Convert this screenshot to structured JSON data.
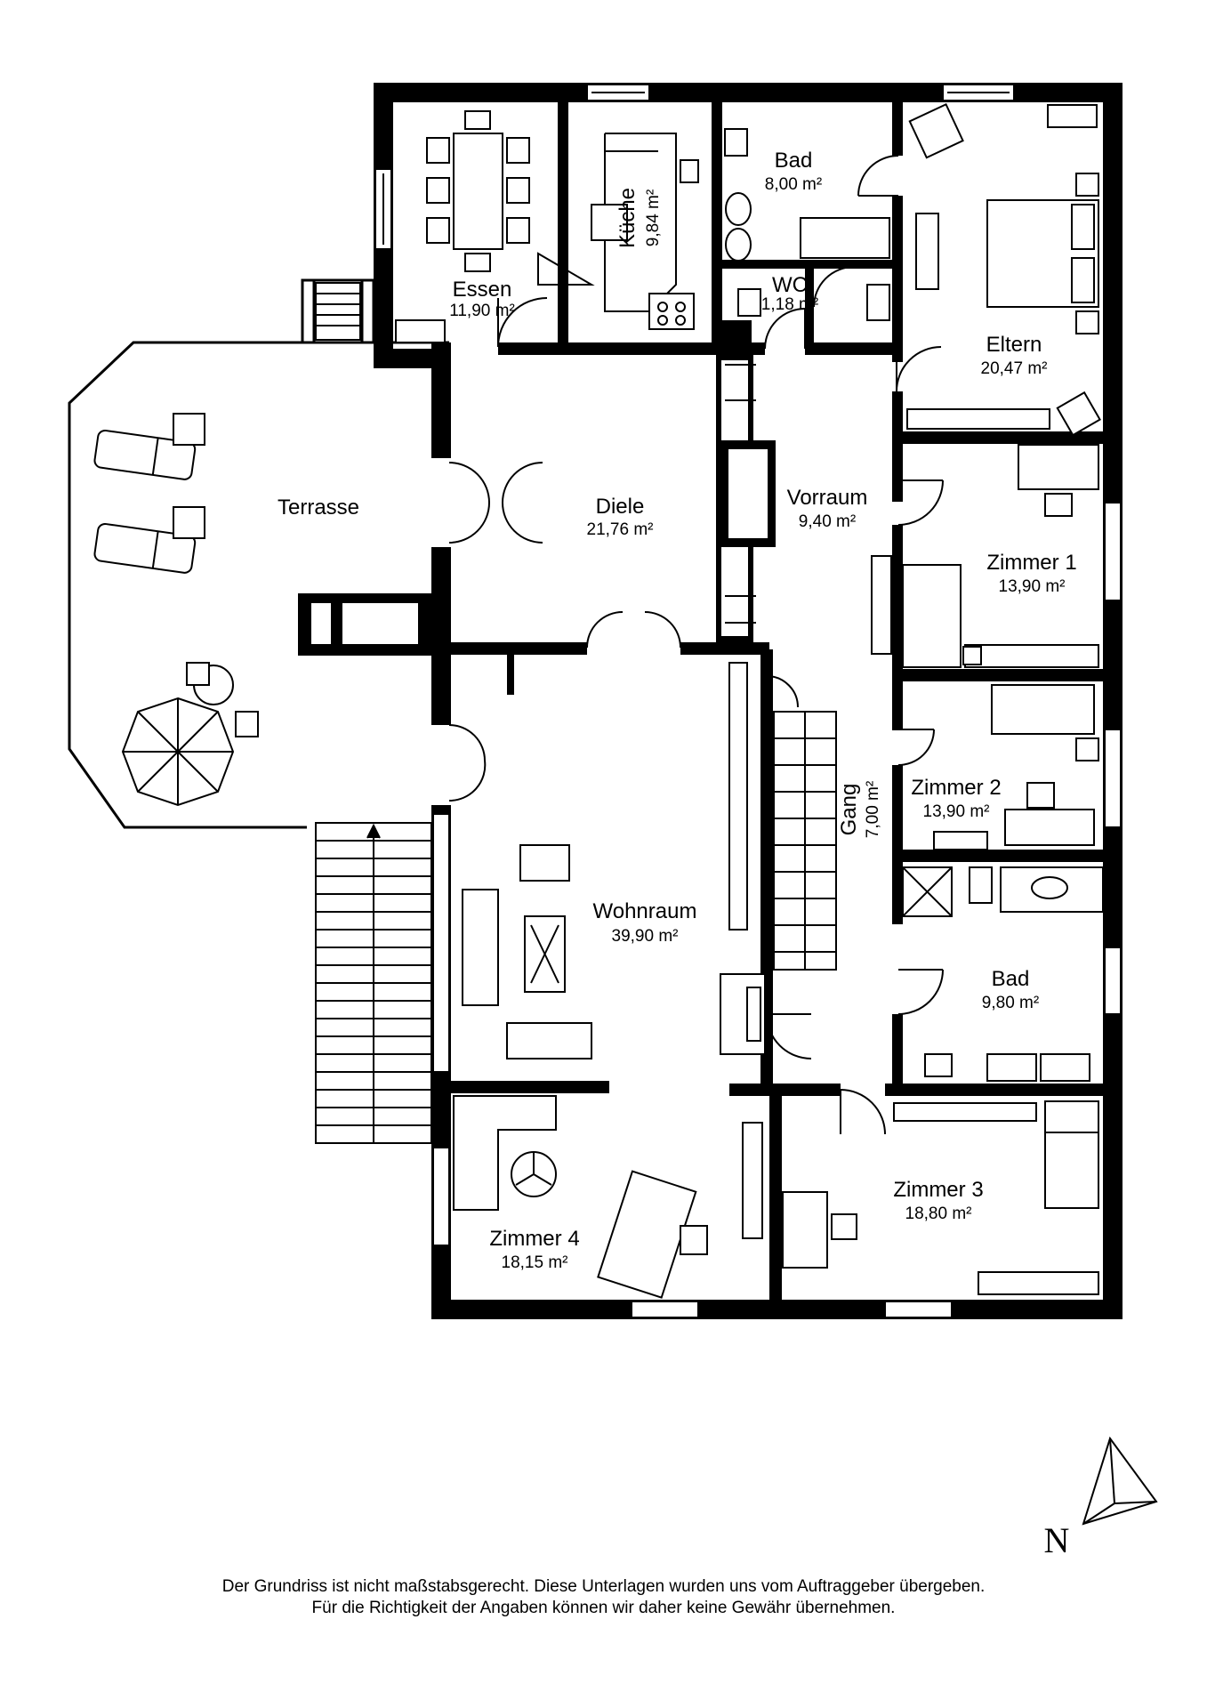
{
  "rooms": [
    {
      "id": "essen",
      "name": "Essen",
      "area": "11,90 m²"
    },
    {
      "id": "kueche",
      "name": "Küche",
      "area": "9,84 m²"
    },
    {
      "id": "bad1",
      "name": "Bad",
      "area": "8,00 m²"
    },
    {
      "id": "wc",
      "name": "WC",
      "area": "1,18 m²"
    },
    {
      "id": "eltern",
      "name": "Eltern",
      "area": "20,47 m²"
    },
    {
      "id": "terrasse",
      "name": "Terrasse",
      "area": ""
    },
    {
      "id": "diele",
      "name": "Diele",
      "area": "21,76 m²"
    },
    {
      "id": "vorraum",
      "name": "Vorraum",
      "area": "9,40 m²"
    },
    {
      "id": "zimmer1",
      "name": "Zimmer 1",
      "area": "13,90 m²"
    },
    {
      "id": "zimmer2",
      "name": "Zimmer 2",
      "area": "13,90 m²"
    },
    {
      "id": "gang",
      "name": "Gang",
      "area": "7,00 m²"
    },
    {
      "id": "wohnraum",
      "name": "Wohnraum",
      "area": "39,90 m²"
    },
    {
      "id": "bad2",
      "name": "Bad",
      "area": "9,80 m²"
    },
    {
      "id": "zimmer3",
      "name": "Zimmer 3",
      "area": "18,80 m²"
    },
    {
      "id": "zimmer4",
      "name": "Zimmer 4",
      "area": "18,15 m²"
    }
  ],
  "north_label": "N",
  "disclaimer": {
    "line1": "Der Grundriss ist nicht maßstabsgerecht. Diese Unterlagen wurden uns vom Auftraggeber übergeben.",
    "line2": "Für die Richtigkeit der Angaben können wir daher keine Gewähr übernehmen."
  },
  "colors": {
    "wall": "#000000",
    "background": "#ffffff"
  }
}
